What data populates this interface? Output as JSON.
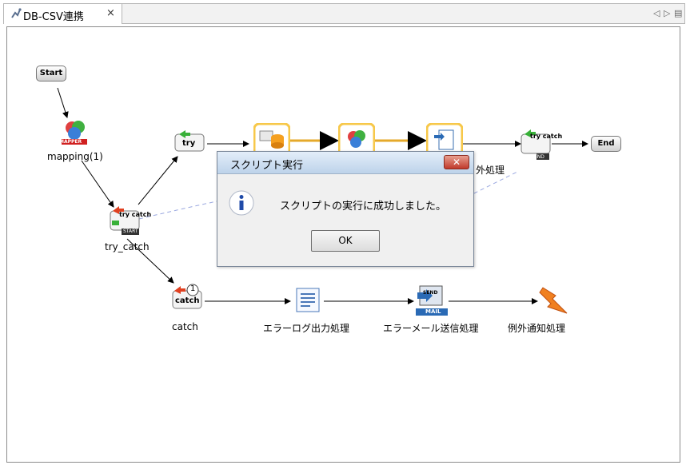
{
  "editor": {
    "tab_label": "DB-CSV連携",
    "tab_close": "×",
    "nav_left": "◁",
    "nav_right": "▷",
    "menu": "▤"
  },
  "flow": {
    "start": "Start",
    "end": "End",
    "try": "try",
    "mapping_label": "mapping(1)",
    "mapping_badge": "MAPPER",
    "try_catch_label": "try_catch",
    "try_catch_icon_text": "try catch",
    "try_catch_badge": "START",
    "try_catch_end_text": "try catch",
    "try_catch_end_badge": "END",
    "catch": "catch",
    "catch_number": "1",
    "catch_label": "catch",
    "error_log_label": "エラーログ出力処理",
    "error_mail_label": "エラーメール送信処理",
    "mail_badge": "MAIL",
    "mail_send": "SEND",
    "exception_label": "例外通知処理",
    "hidden_label_fragment": "外処理"
  },
  "dialog": {
    "title": "スクリプト実行",
    "close": "✕",
    "message": "スクリプトの実行に成功しました。",
    "ok": "OK",
    "icon": "information-icon"
  },
  "colors": {
    "highlight": "#f7c84a",
    "accent_blue": "#2a6ab5",
    "badge_red": "#d02020"
  }
}
